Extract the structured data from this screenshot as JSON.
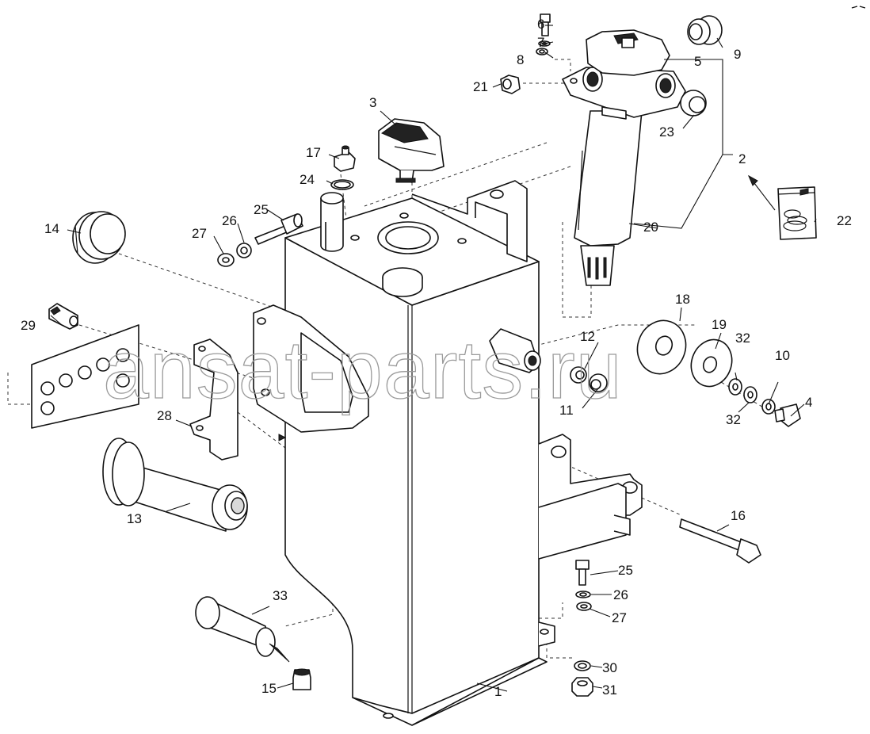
{
  "watermark": "ansat-parts.ru",
  "callouts": {
    "c1": "1",
    "c2": "2",
    "c3": "3",
    "c4": "4",
    "c5": "5",
    "c6": "6",
    "c7": "7",
    "c8": "8",
    "c9": "9",
    "c10": "10",
    "c11": "11",
    "c12": "12",
    "c13": "13",
    "c14": "14",
    "c15": "15",
    "c16": "16",
    "c17": "17",
    "c18": "18",
    "c19": "19",
    "c20": "20",
    "c21": "21",
    "c22": "22",
    "c23": "23",
    "c24": "24",
    "c25a": "25",
    "c25b": "25",
    "c26a": "26",
    "c26b": "26",
    "c27a": "27",
    "c27b": "27",
    "c28": "28",
    "c29": "29",
    "c30": "30",
    "c31": "31",
    "c32a": "32",
    "c32b": "32",
    "c33": "33"
  }
}
